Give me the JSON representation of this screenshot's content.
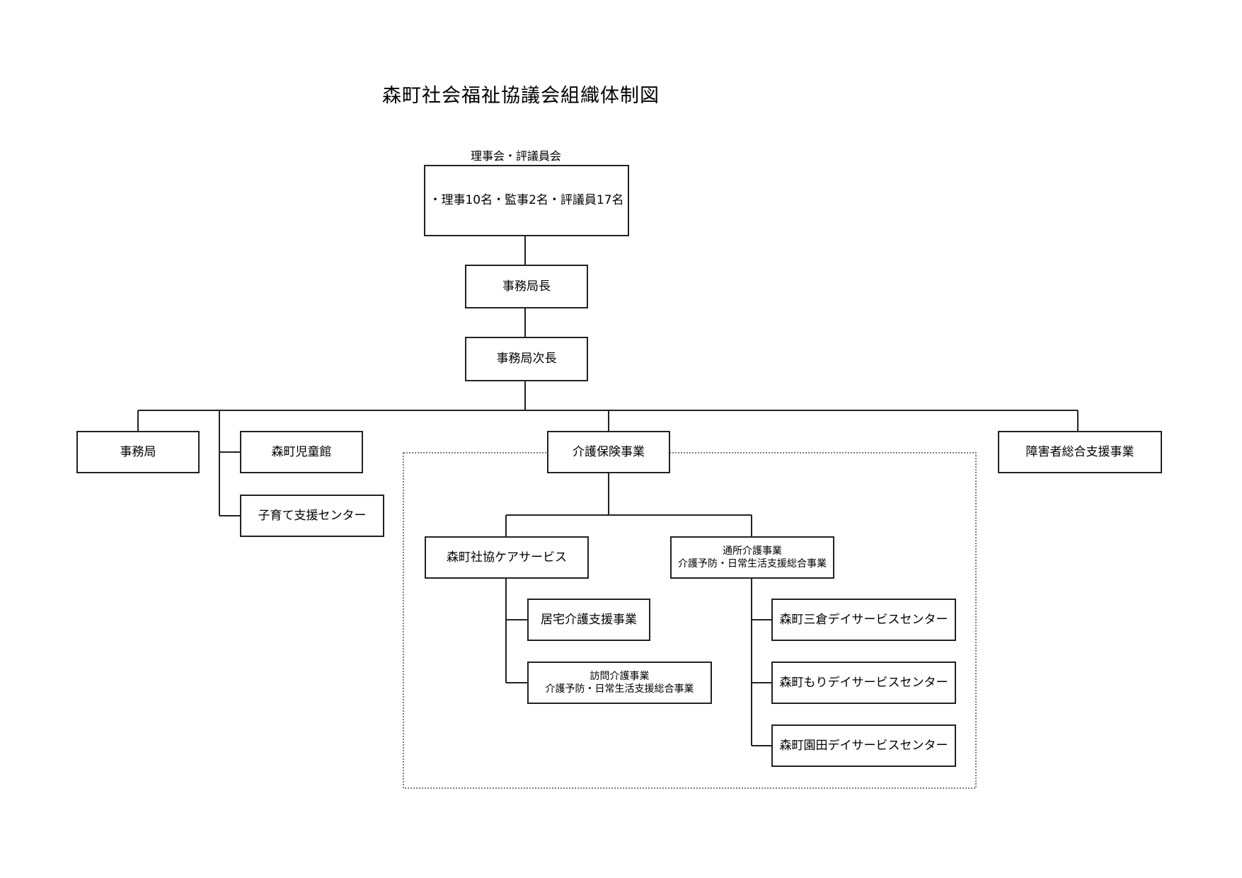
{
  "title": "森町社会福祉協議会組織体制図",
  "board": {
    "heading": "理事会・評議員会",
    "members": "・理事10名・監事2名・評議員17名"
  },
  "nodes": {
    "director": "事務局長",
    "deputy": "事務局次長",
    "secretariat": "事務局",
    "jidoukan": "森町児童館",
    "kosodate": "子育て支援センター",
    "kaigo": "介護保険事業",
    "shogai": "障害者総合支援事業",
    "care_service": "森町社協ケアサービス",
    "tsusho_line1": "通所介護事業",
    "tsusho_line2": "介護予防・日常生活支援総合事業",
    "kyotaku": "居宅介護支援事業",
    "homon_line1": "訪問介護事業",
    "homon_line2": "介護予防・日常生活支援総合事業",
    "mikura": "森町三倉デイサービスセンター",
    "mori": "森町もりデイサービスセンター",
    "sonoda": "森町園田デイサービスセンター"
  }
}
